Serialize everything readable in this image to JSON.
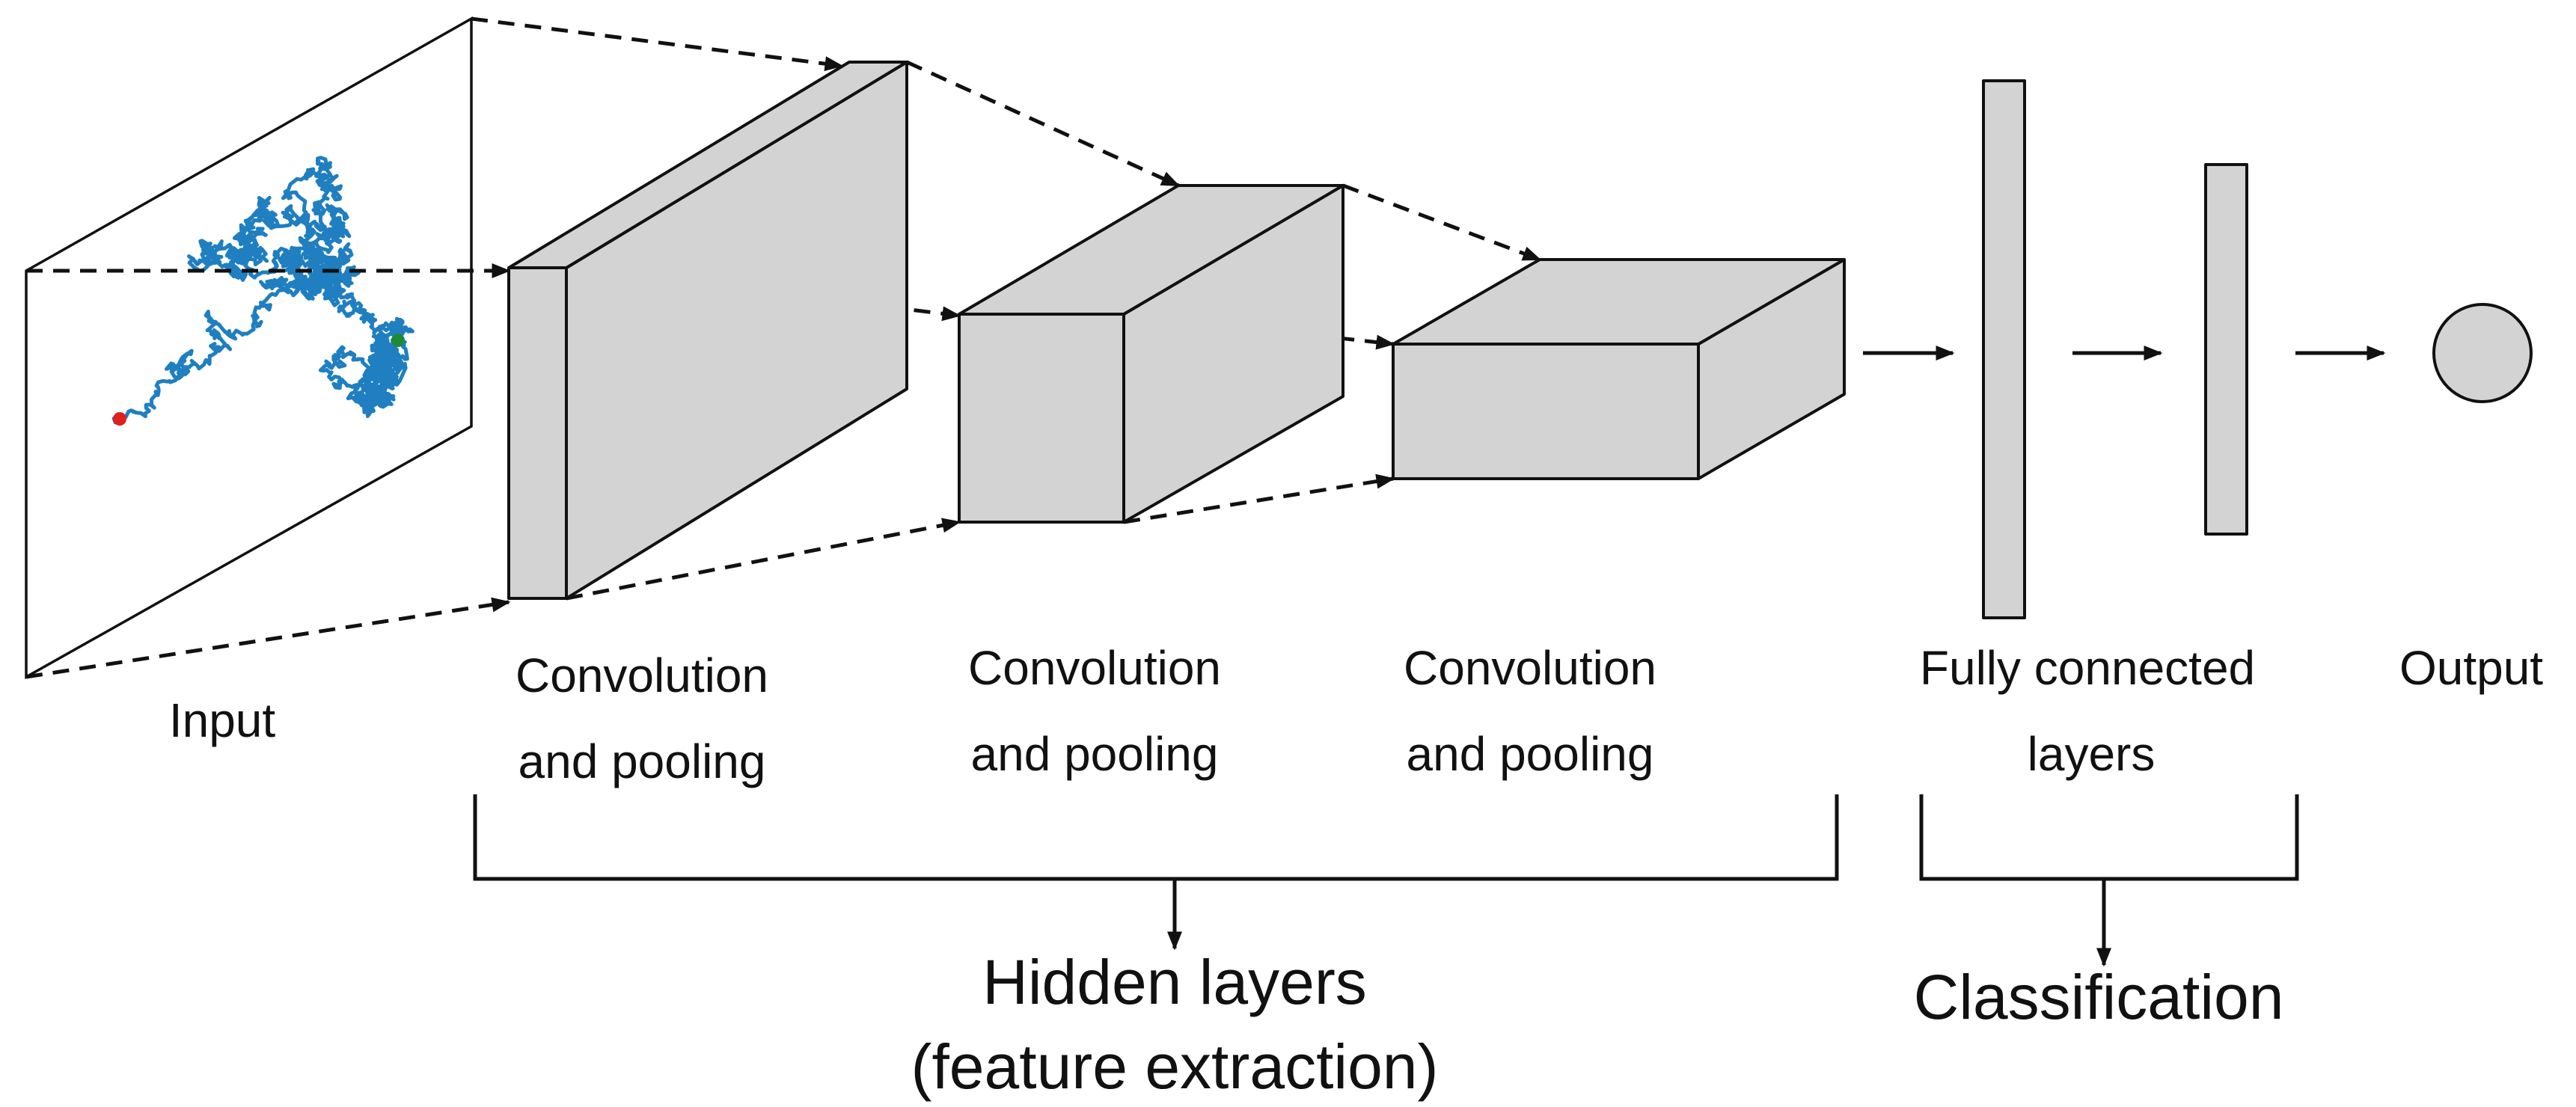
{
  "labels": {
    "input": "Input",
    "conv1_line1": "Convolution",
    "conv1_line2": "and pooling",
    "conv2_line1": "Convolution",
    "conv2_line2": "and pooling",
    "conv3_line1": "Convolution",
    "conv3_line2": "and pooling",
    "fc_line1": "Fully connected",
    "fc_line2": "layers",
    "output": "Output"
  },
  "groups": {
    "hidden_line1": "Hidden layers",
    "hidden_line2": "(feature extraction)",
    "classification": "Classification"
  },
  "colors": {
    "layer_fill": "#d3d3d3",
    "trajectory": "#1f7fc0",
    "start_marker": "#e0201e",
    "end_marker": "#1d8a3a"
  }
}
